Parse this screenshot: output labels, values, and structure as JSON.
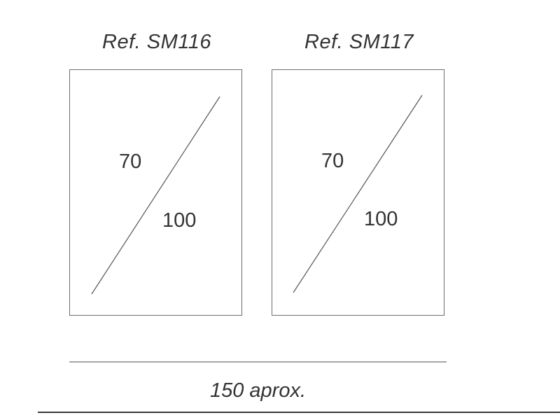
{
  "panels": [
    {
      "ref": "Ref. SM116",
      "height_label": "70",
      "width_label": "100"
    },
    {
      "ref": "Ref. SM117",
      "height_label": "70",
      "width_label": "100"
    }
  ],
  "total_label": "150 aprox.",
  "colors": {
    "text": "#333333",
    "frame": "#6e6e6e",
    "rule": "#a6a6a6"
  }
}
